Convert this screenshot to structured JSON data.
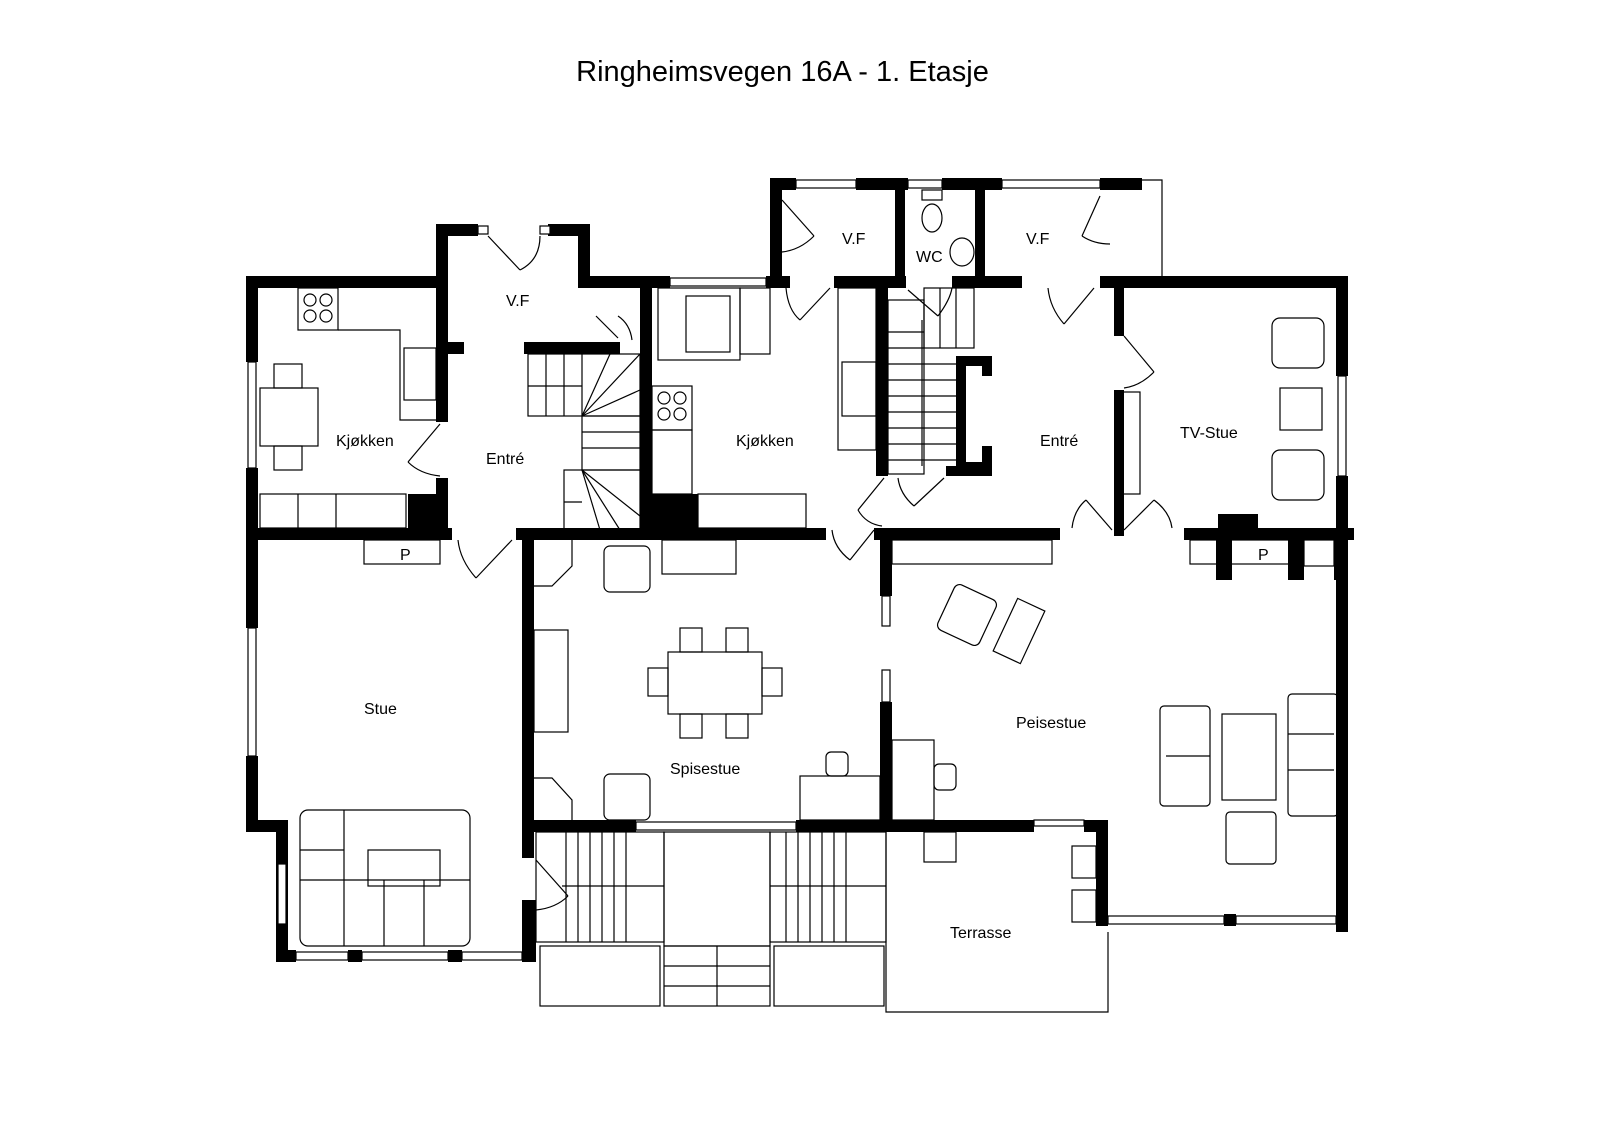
{
  "title": "Ringheimsvegen 16A - 1. Etasje",
  "colors": {
    "wall": "#000000",
    "background": "#ffffff",
    "line": "#000000"
  },
  "rooms": {
    "kjokken_left": {
      "label": "Kjøkken"
    },
    "vf_left": {
      "label": "V.F"
    },
    "entre_left": {
      "label": "Entré"
    },
    "kjokken_right": {
      "label": "Kjøkken"
    },
    "vf_mid": {
      "label": "V.F"
    },
    "wc": {
      "label": "WC"
    },
    "vf_right": {
      "label": "V.F"
    },
    "entre_right": {
      "label": "Entré"
    },
    "tv_stue": {
      "label": "TV-Stue"
    },
    "stue": {
      "label": "Stue"
    },
    "spisestue": {
      "label": "Spisestue"
    },
    "peisestue": {
      "label": "Peisestue"
    },
    "terrasse": {
      "label": "Terrasse"
    }
  },
  "fireplaces": [
    {
      "label": "P"
    },
    {
      "label": "P"
    }
  ]
}
